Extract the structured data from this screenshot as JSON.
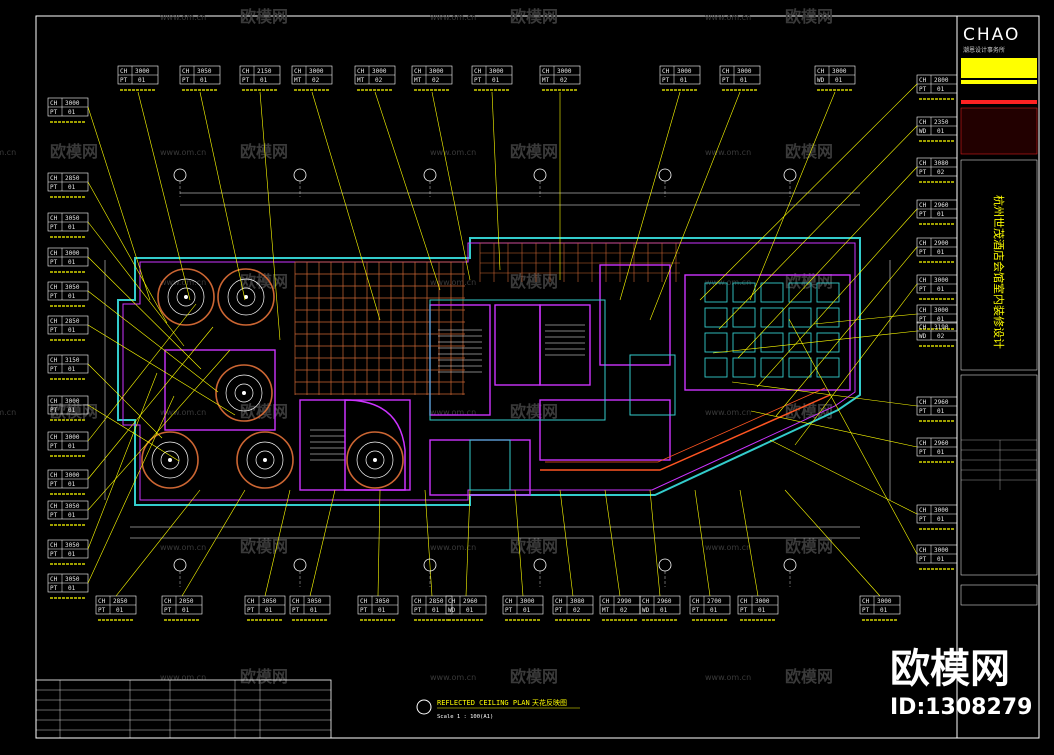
{
  "titleblock": {
    "brand": "CHAO",
    "brand_cn": "潮恩设计事务所",
    "project_title": "杭州世茂酒店会馆室内装修设计"
  },
  "drawing": {
    "title": "REFLECTED CEILING PLAN",
    "title_cn": "天花反映图",
    "scale": "Scale 1 : 100(A1)"
  },
  "watermark": {
    "brand": "欧模网",
    "domain": "www.om.cn",
    "id_text": "ID:1308279"
  },
  "tags": {
    "top": [
      {
        "code": "CH",
        "val": "3000",
        "sub": "PT",
        "sub_val": "01"
      },
      {
        "code": "CH",
        "val": "3050",
        "sub": "PT",
        "sub_val": "01"
      },
      {
        "code": "CH",
        "val": "2150",
        "sub": "PT",
        "sub_val": "01"
      },
      {
        "code": "CH",
        "val": "3000",
        "sub": "MT",
        "sub_val": "02"
      },
      {
        "code": "CH",
        "val": "3000",
        "sub": "MT",
        "sub_val": "02"
      },
      {
        "code": "CH",
        "val": "3000",
        "sub": "MT",
        "sub_val": "02"
      },
      {
        "code": "CH",
        "val": "3000",
        "sub": "PT",
        "sub_val": "01"
      },
      {
        "code": "CH",
        "val": "3000",
        "sub": "MT",
        "sub_val": "02"
      },
      {
        "code": "CH",
        "val": "3000",
        "sub": "PT",
        "sub_val": "01"
      },
      {
        "code": "CH",
        "val": "3000",
        "sub": "PT",
        "sub_val": "01"
      },
      {
        "code": "CH",
        "val": "3000",
        "sub": "WD",
        "sub_val": "01"
      }
    ],
    "left": [
      {
        "code": "CH",
        "val": "3000",
        "sub": "PT",
        "sub_val": "01"
      },
      {
        "code": "CH",
        "val": "2850",
        "sub": "PT",
        "sub_val": "01"
      },
      {
        "code": "CH",
        "val": "3050",
        "sub": "PT",
        "sub_val": "01"
      },
      {
        "code": "CH",
        "val": "3000",
        "sub": "PT",
        "sub_val": "01"
      },
      {
        "code": "CH",
        "val": "3050",
        "sub": "PT",
        "sub_val": "01"
      },
      {
        "code": "CH",
        "val": "2850",
        "sub": "PT",
        "sub_val": "01"
      },
      {
        "code": "CH",
        "val": "3150",
        "sub": "PT",
        "sub_val": "01"
      },
      {
        "code": "CH",
        "val": "3000",
        "sub": "PT",
        "sub_val": "01"
      },
      {
        "code": "CH",
        "val": "3000",
        "sub": "PT",
        "sub_val": "01"
      },
      {
        "code": "CH",
        "val": "3000",
        "sub": "PT",
        "sub_val": "01"
      },
      {
        "code": "CH",
        "val": "3050",
        "sub": "PT",
        "sub_val": "01"
      },
      {
        "code": "CH",
        "val": "3050",
        "sub": "PT",
        "sub_val": "01"
      },
      {
        "code": "CH",
        "val": "3050",
        "sub": "PT",
        "sub_val": "01"
      }
    ],
    "right": [
      {
        "code": "CH",
        "val": "2800",
        "sub": "PT",
        "sub_val": "01"
      },
      {
        "code": "CH",
        "val": "2350",
        "sub": "WD",
        "sub_val": "01"
      },
      {
        "code": "CH",
        "val": "3080",
        "sub": "PT",
        "sub_val": "02"
      },
      {
        "code": "CH",
        "val": "2960",
        "sub": "PT",
        "sub_val": "01"
      },
      {
        "code": "CH",
        "val": "2900",
        "sub": "PT",
        "sub_val": "01"
      },
      {
        "code": "CH",
        "val": "3000",
        "sub": "PT",
        "sub_val": "01"
      },
      {
        "code": "CH",
        "val": "3000",
        "sub": "PT",
        "sub_val": "01"
      },
      {
        "code": "CH",
        "val": "3190",
        "sub": "WD",
        "sub_val": "02"
      },
      {
        "code": "CH",
        "val": "2960",
        "sub": "PT",
        "sub_val": "01"
      },
      {
        "code": "CH",
        "val": "2960",
        "sub": "PT",
        "sub_val": "01"
      },
      {
        "code": "CH",
        "val": "3000",
        "sub": "PT",
        "sub_val": "01"
      },
      {
        "code": "CH",
        "val": "3000",
        "sub": "PT",
        "sub_val": "01"
      }
    ],
    "bottom": [
      {
        "code": "CH",
        "val": "2850",
        "sub": "PT",
        "sub_val": "01"
      },
      {
        "code": "CH",
        "val": "2050",
        "sub": "PT",
        "sub_val": "01"
      },
      {
        "code": "CH",
        "val": "3050",
        "sub": "PT",
        "sub_val": "01"
      },
      {
        "code": "CH",
        "val": "3050",
        "sub": "PT",
        "sub_val": "01"
      },
      {
        "code": "CH",
        "val": "3050",
        "sub": "PT",
        "sub_val": "01"
      },
      {
        "code": "CH",
        "val": "2850",
        "sub": "PT",
        "sub_val": "01"
      },
      {
        "code": "CH",
        "val": "2960",
        "sub": "WD",
        "sub_val": "01"
      },
      {
        "code": "CH",
        "val": "3000",
        "sub": "PT",
        "sub_val": "01"
      },
      {
        "code": "CH",
        "val": "3080",
        "sub": "PT",
        "sub_val": "02"
      },
      {
        "code": "CH",
        "val": "2990",
        "sub": "MT",
        "sub_val": "02"
      },
      {
        "code": "CH",
        "val": "2960",
        "sub": "WD",
        "sub_val": "01"
      },
      {
        "code": "CH",
        "val": "2700",
        "sub": "PT",
        "sub_val": "01"
      },
      {
        "code": "CH",
        "val": "3000",
        "sub": "PT",
        "sub_val": "01"
      },
      {
        "code": "CH",
        "val": "3000",
        "sub": "PT",
        "sub_val": "01"
      }
    ]
  },
  "colors": {
    "background": "#000000",
    "frame": "#ffffff",
    "leader": "#ffff00",
    "wall_magenta": "#cc33ff",
    "wall_cyan": "#33cccc",
    "grid_orange": "#cc6633",
    "accent_red": "#ff2222"
  },
  "icons": {
    "section_marker": "circle-marker-icon",
    "north": "north-arrow-icon"
  }
}
